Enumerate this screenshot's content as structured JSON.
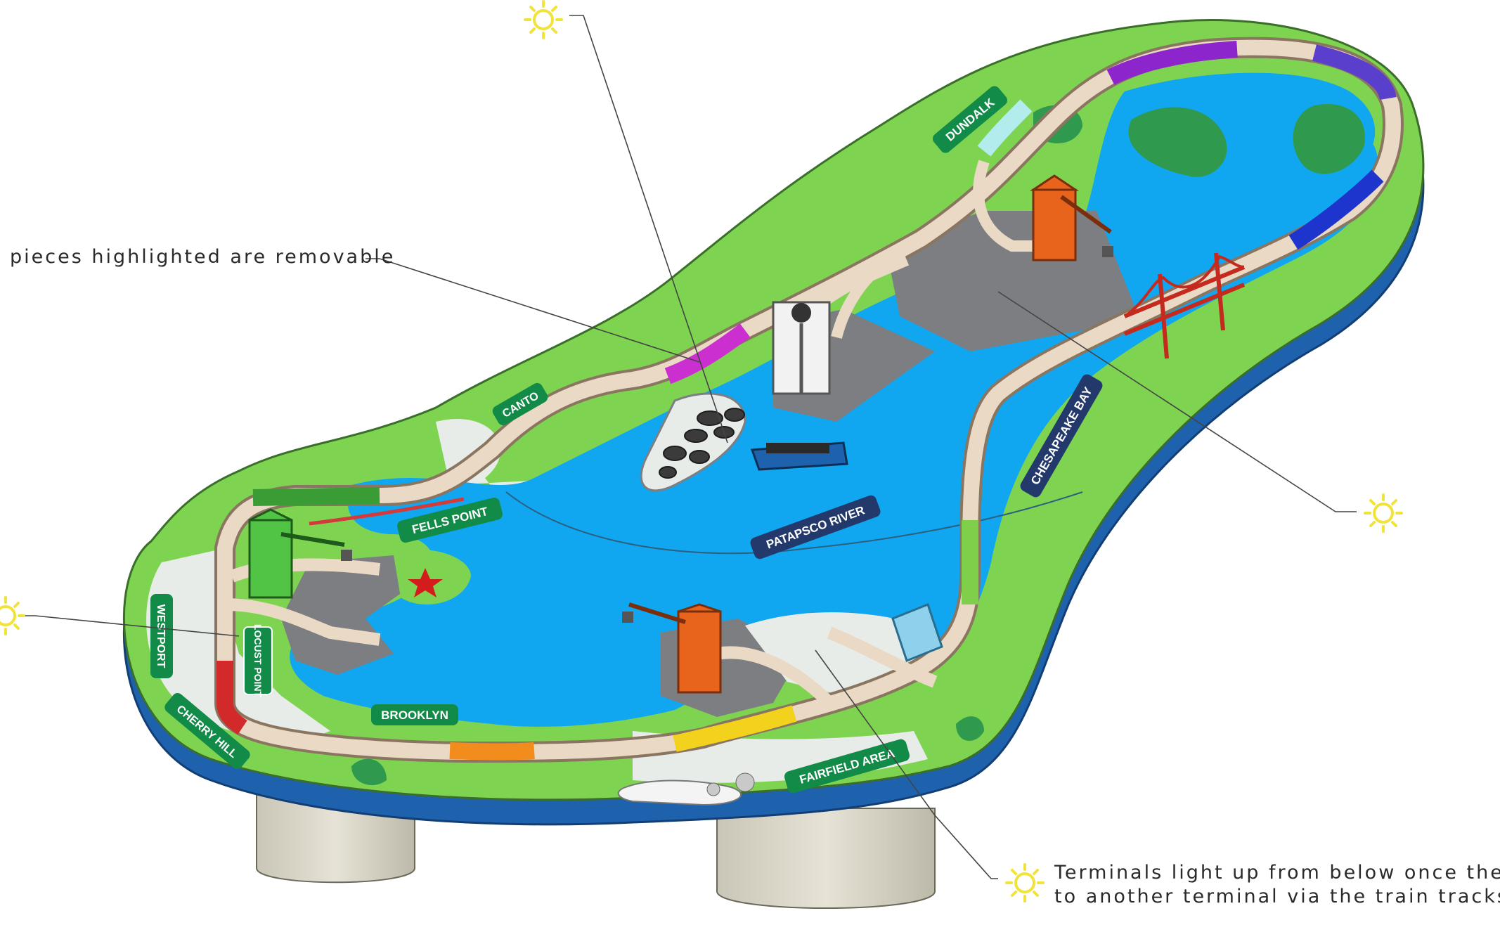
{
  "annotations": {
    "removable": "pieces highlighted are removable",
    "terminals_line1": "Terminals light up from below once they",
    "terminals_line2": "to another terminal via the train tracks"
  },
  "place_labels": {
    "dundalk": "DUNDALK",
    "canton": "CANTO",
    "fells_point": "FELLS POINT",
    "westport": "WESTPORT",
    "locust_point": "LOCUST POINT",
    "cherry_hill": "CHERRY HILL",
    "brooklyn": "BROOKLYN",
    "fairfield_area": "FAIRFIELD AREA",
    "patapsco_river": "PATAPSCO RIVER",
    "chesapeake_bay": "CHESAPEAKE BAY"
  },
  "icons": {
    "light": "sun-light-icon",
    "harbor_marker": "star-icon"
  },
  "colors": {
    "water": "#10a6f0",
    "land": "#7ed450",
    "forest": "#2f9a4e",
    "table_edge": "#1e62ad",
    "track": "#ead9c4",
    "removable_track_colors": [
      "#d22a2a",
      "#f28c1c",
      "#f2d21c",
      "#7fcf4a",
      "#3a9c35",
      "#b3ecec",
      "#cc2fd0",
      "#8c26cc",
      "#5a3fcc",
      "#1d35cc"
    ],
    "crane_orange": "#e8641c",
    "crane_green": "#52c445",
    "bridge_red": "#c42a1d",
    "label_bg_green": "#128a48",
    "label_bg_navy": "#23386b"
  }
}
